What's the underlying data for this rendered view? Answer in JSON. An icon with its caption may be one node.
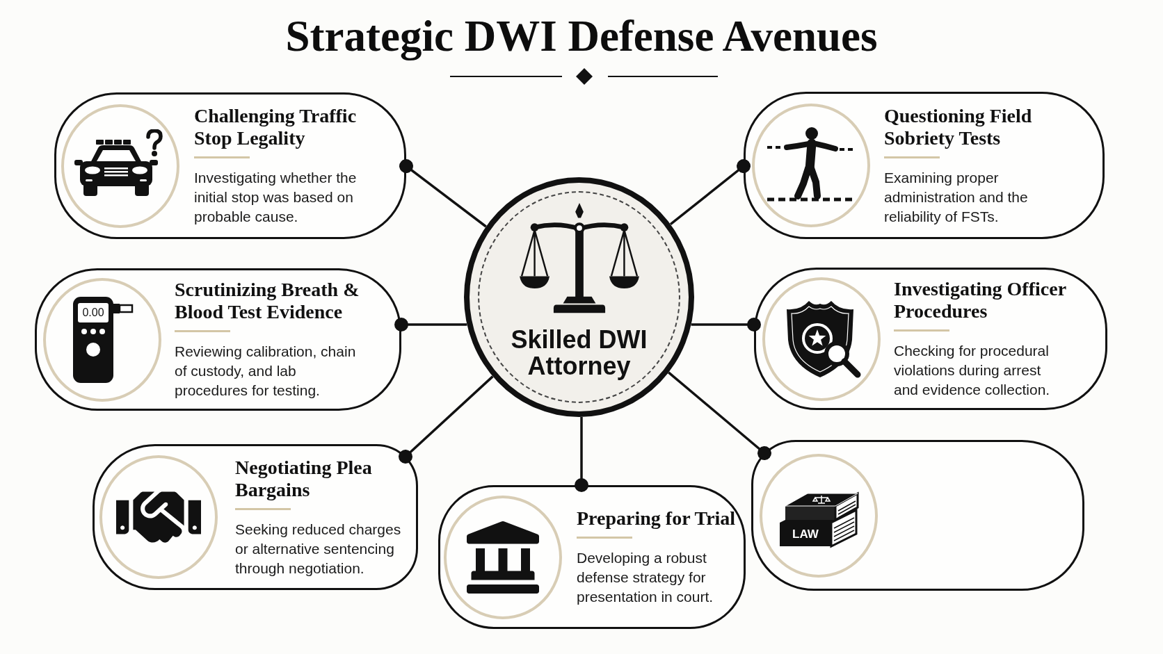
{
  "diagram": {
    "title": "Strategic DWI Defense Avenues",
    "nodes": [
      {
        "text": [
          "Challenging Traffic Stop Legality",
          "Investigating whether the initial stop was based on probable cause."
        ]
      },
      {
        "text": [
          "Questioning Field Sobriety Tests",
          "Examining proper administration and the reliability of FSTs."
        ]
      },
      {
        "text": [
          "Scrutinizing Breath & Blood Test Evidence",
          "Reviewing calibration, chain of custody, and lab procedures for testing."
        ]
      },
      {
        "text": [
          "Skilled DWI Attorney"
        ]
      },
      {
        "text": [
          "Investigating Officer Procedures",
          "Checking for procedural violations during arrest and evidence collection."
        ]
      },
      {
        "text": [
          "Negotiating Plea Bargains",
          "Seeking reduced charges or alternative sentencing through negotiation."
        ]
      },
      {
        "text": [
          "Preparing for Trial",
          "Developing a robust defense strategy for presentation in court."
        ]
      },
      {
        "text": [],
        "shape": "box"
      }
    ],
    "edges": [
      {
        "from": 3,
        "to": 0,
        "arrow": "other"
      },
      {
        "from": 3,
        "to": 1,
        "arrow": "other"
      },
      {
        "from": 3,
        "to": 2,
        "arrow": "other"
      },
      {
        "from": 3,
        "to": 4,
        "arrow": "other"
      },
      {
        "from": 3,
        "to": 5,
        "arrow": "other"
      },
      {
        "from": 3,
        "to": 6,
        "arrow": "other"
      },
      {
        "from": 3,
        "to": 7,
        "arrow": "other"
      }
    ],
    "labels": [
      "0.00",
      "LAW"
    ]
  }
}
